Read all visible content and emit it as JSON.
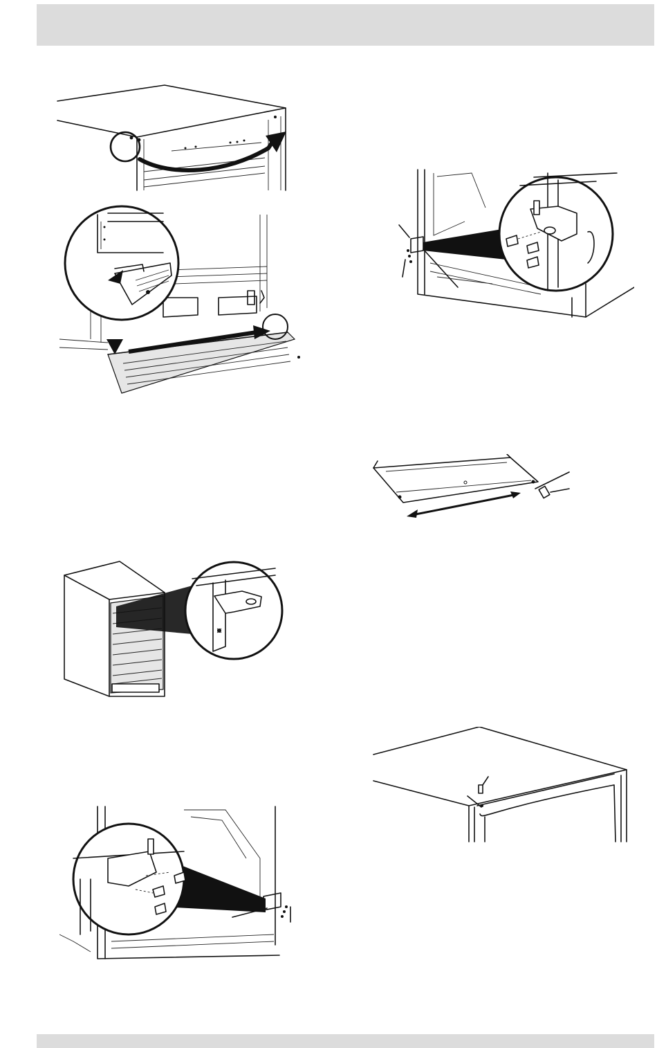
{
  "page": {
    "background": "#ffffff",
    "band_color": "#dcdcdc",
    "line_color": "#111111"
  },
  "figures": [
    {
      "icon": "cabinet-top-rotate-arrow-illustration"
    },
    {
      "icon": "toe-grille-removal-illustration"
    },
    {
      "icon": "upper-hinge-bracket-cabinet-illustration"
    },
    {
      "icon": "lower-hinge-left-side-illustration"
    },
    {
      "icon": "lower-hinge-right-side-illustration"
    },
    {
      "icon": "door-bottom-hinge-pin-illustration"
    },
    {
      "icon": "cabinet-top-hinge-pin-illustration"
    }
  ]
}
